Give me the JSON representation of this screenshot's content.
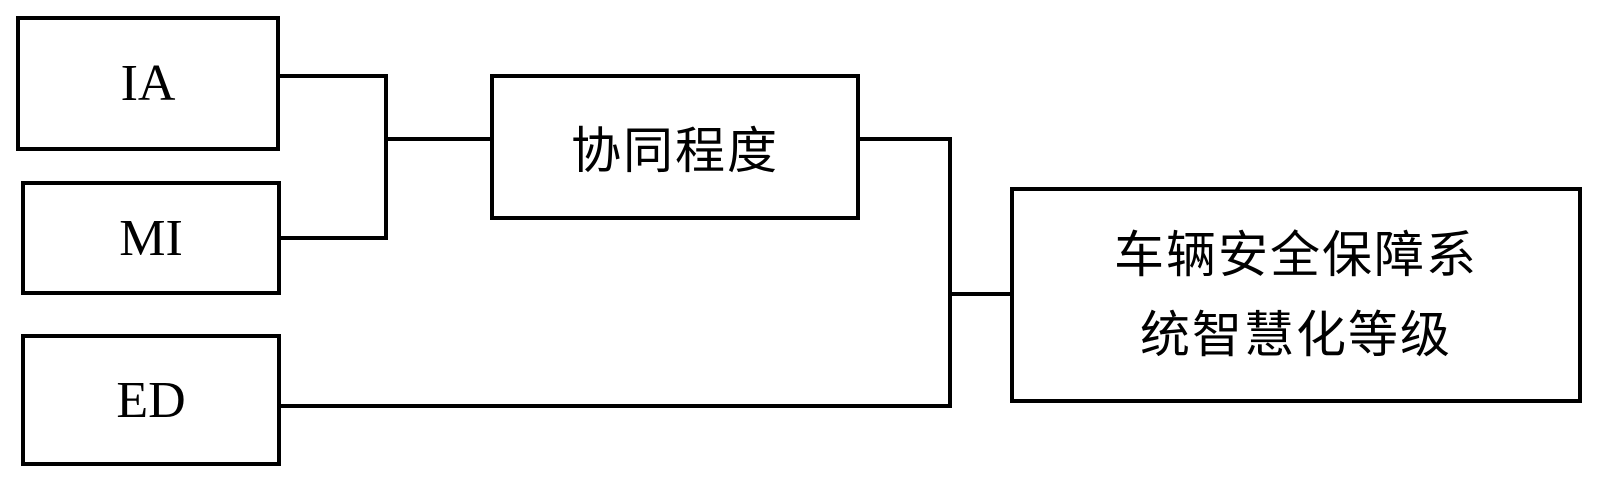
{
  "diagram": {
    "inputs": {
      "ia": "IA",
      "mi": "MI",
      "ed": "ED"
    },
    "intermediate": "协同程度",
    "output": {
      "line1": "车辆安全保障系",
      "line2": "统智慧化等级"
    },
    "colors": {
      "stroke": "#000000",
      "background": "#ffffff"
    }
  }
}
